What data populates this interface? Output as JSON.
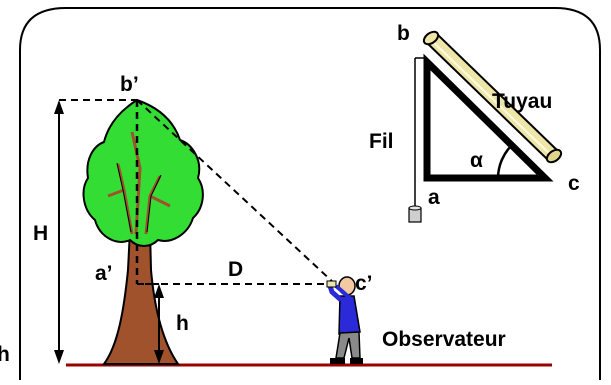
{
  "labels": {
    "b_prime": "b’",
    "a_prime": "a’",
    "c_prime": "c’",
    "H": "H",
    "D": "D",
    "h_small": "h",
    "h_edge": "h",
    "observateur": "Observateur",
    "b": "b",
    "a": "a",
    "c": "c",
    "alpha": "α",
    "fil": "Fil",
    "tuyau": "Tuyau"
  },
  "colors": {
    "foliage": "#33dd33",
    "trunk": "#a0522d",
    "ground": "#990000",
    "pipe": "#ede6a8",
    "person_shirt": "#2a2ad8",
    "person_pants": "#8a8a8a"
  }
}
